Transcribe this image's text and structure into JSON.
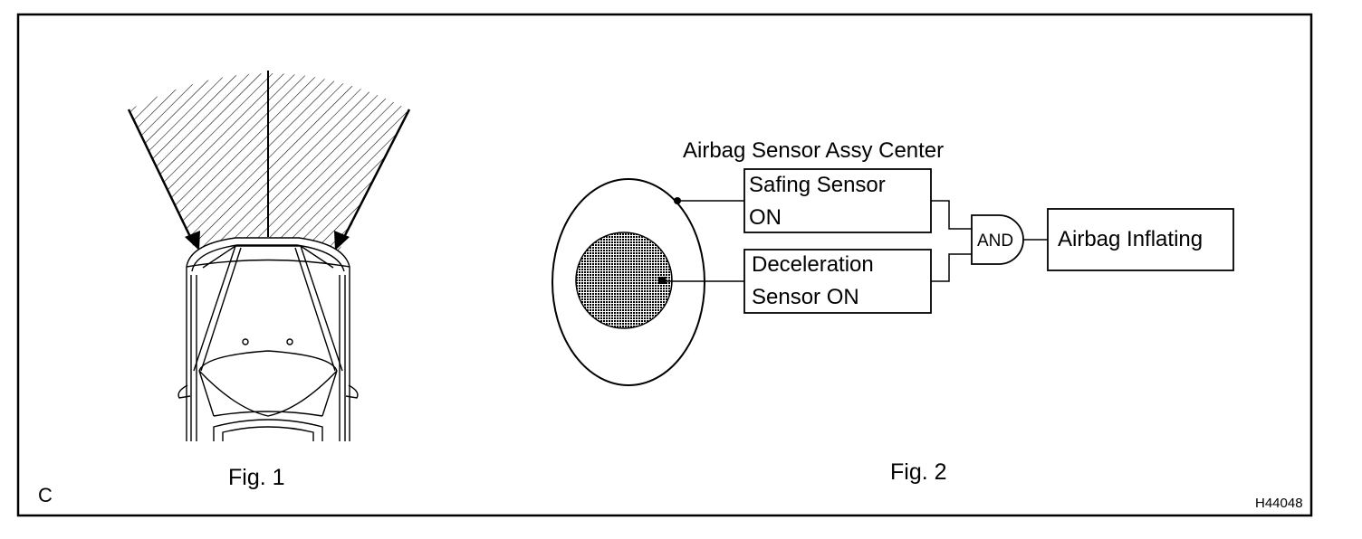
{
  "fig1": {
    "caption": "Fig. 1",
    "corner_letter": "C"
  },
  "fig2": {
    "caption": "Fig. 2",
    "title": "Airbag Sensor Assy Center",
    "safing_sensor": {
      "line1": "Safing Sensor",
      "line2": "ON"
    },
    "deceleration_sensor": {
      "line1": "Deceleration",
      "line2": "Sensor ON"
    },
    "gate_label": "AND",
    "output_label": "Airbag Inflating"
  },
  "figure_code": "H44048",
  "colors": {
    "ink": "#000000",
    "background": "#ffffff",
    "hatch": "#000000"
  }
}
